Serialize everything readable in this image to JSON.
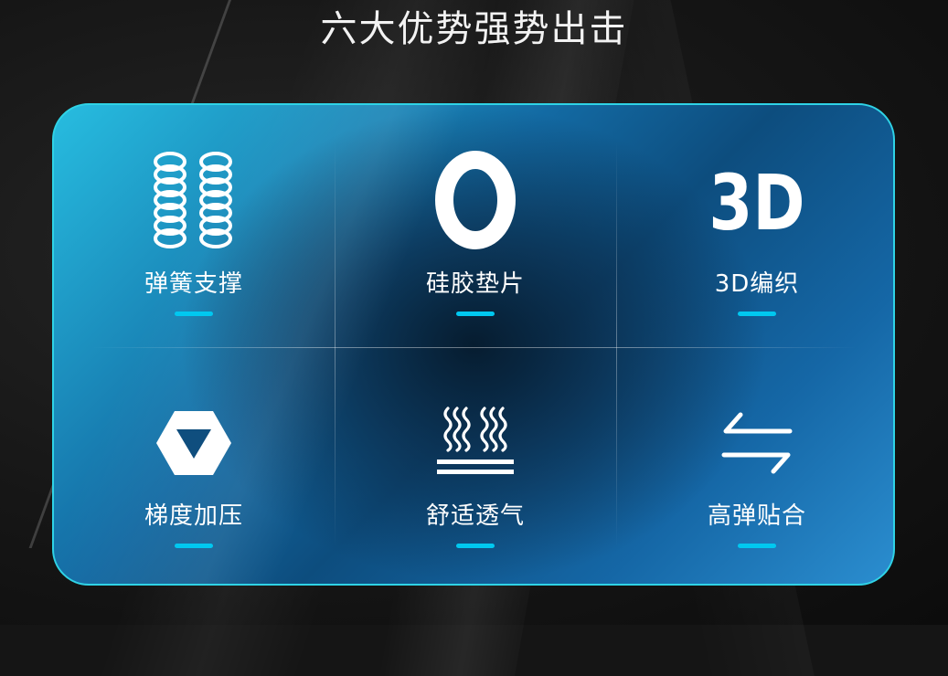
{
  "title": "六大优势强势出击",
  "accent_color": "#00c8f0",
  "border_color": "#2fd3e6",
  "features": [
    {
      "label": "弹簧支撑",
      "icon": "spring-icon"
    },
    {
      "label": "硅胶垫片",
      "icon": "silicone-ring-icon"
    },
    {
      "label": "3D编织",
      "icon": "3d-icon",
      "icon_text": "3D"
    },
    {
      "label": "梯度加压",
      "icon": "hexagon-triangle-icon"
    },
    {
      "label": "舒适透气",
      "icon": "heat-waves-icon"
    },
    {
      "label": "高弹贴合",
      "icon": "two-way-arrows-icon"
    }
  ]
}
